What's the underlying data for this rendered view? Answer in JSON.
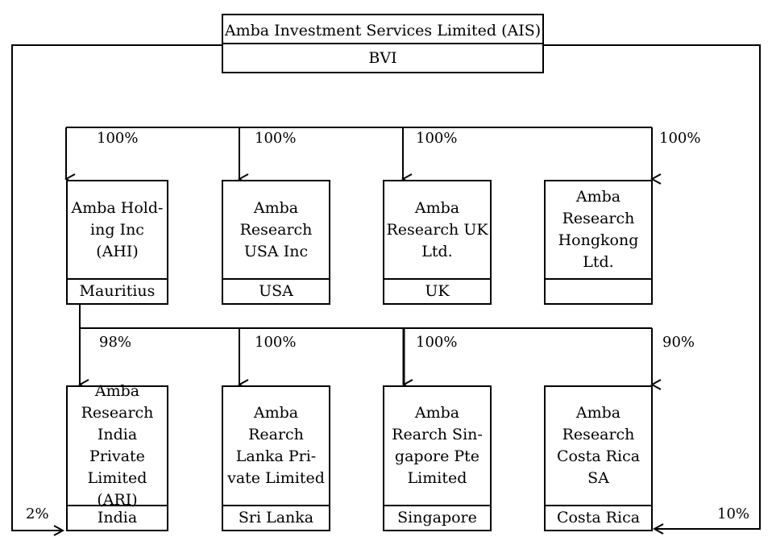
{
  "top": {
    "name": "Amba Investment Services Limited (AIS)",
    "location": "BVI"
  },
  "row1": [
    {
      "name": "Amba Hold-\ning Inc\n(AHI)",
      "location": "Mauritius",
      "pct": "100%"
    },
    {
      "name": "Amba\nResearch\nUSA Inc",
      "location": "USA",
      "pct": "100%"
    },
    {
      "name": "Amba\nResearch UK\nLtd.",
      "location": "UK",
      "pct": "100%"
    },
    {
      "name": "Amba\nResearch\nHongkong\nLtd.",
      "location": "",
      "pct": "100%"
    }
  ],
  "row2": [
    {
      "name": "Amba\nResearch\nIndia Private\nLimited\n(ARI)",
      "location": "India",
      "pct": "98%"
    },
    {
      "name": "Amba\nRearch\nLanka Pri-\nvate Limited",
      "location": "Sri Lanka",
      "pct": "100%"
    },
    {
      "name": "Amba\nRearch Sin-\ngapore Pte\nLimited",
      "location": "Singapore",
      "pct": "100%"
    },
    {
      "name": "Amba\nResearch\nCosta Rica\nSA",
      "location": "Costa Rica",
      "pct": "90%"
    }
  ],
  "side": {
    "left_pct": "2%",
    "right_pct": "10%"
  }
}
